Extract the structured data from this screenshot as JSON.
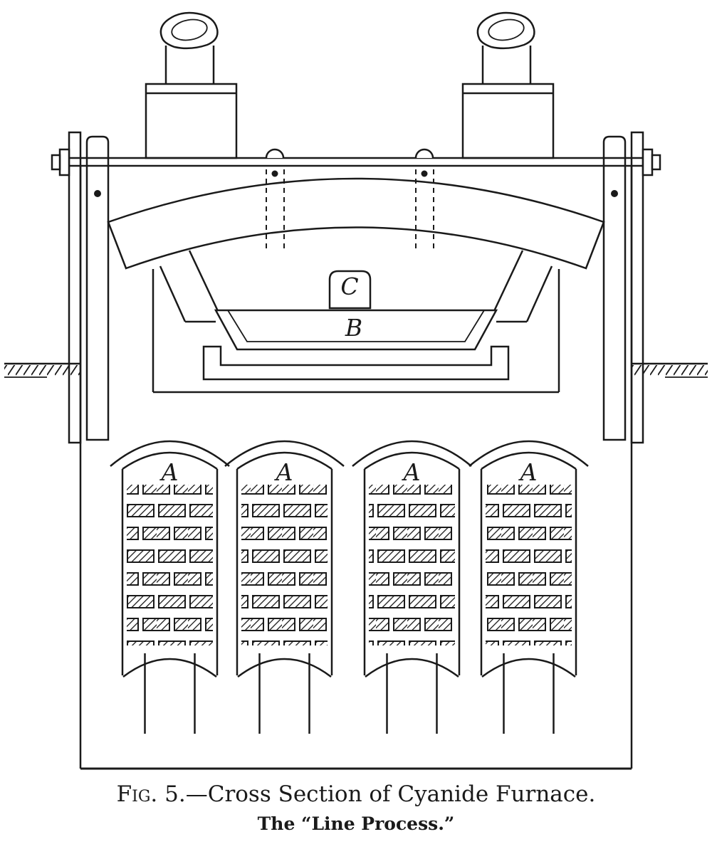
{
  "figure": {
    "caption_prefix": "Fig. 5.",
    "caption_rest": "—Cross Section of Cyanide Furnace.",
    "subcaption": "The “Line Process.”",
    "labels": {
      "chamber_1": "A",
      "chamber_2": "A",
      "chamber_3": "A",
      "chamber_4": "A",
      "pan": "B",
      "flue_block": "C"
    },
    "colors": {
      "ink": "#1a1a1a",
      "paper": "#ffffff"
    }
  }
}
